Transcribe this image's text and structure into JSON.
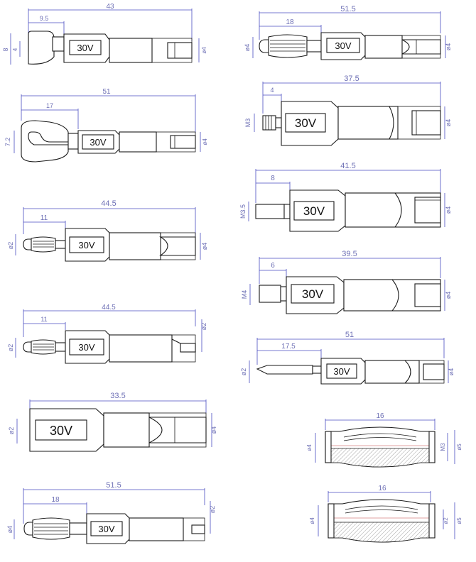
{
  "voltage_label": "30V",
  "colors": {
    "outline": "#1a1a1a",
    "dimension": "#4a4cc0",
    "dimension_text": "#6d6fb5",
    "knurl": "#b8b8b8",
    "inner_line": "#e0a0a0"
  },
  "drawings": [
    {
      "name": "fork-4",
      "length": "43",
      "sub": "9.5",
      "h1": "8",
      "h2": "4",
      "end": "ø4"
    },
    {
      "name": "fork-7-2",
      "length": "51",
      "sub": "17",
      "h1": "7.2",
      "end": "ø4"
    },
    {
      "name": "pin-2-a",
      "length": "44.5",
      "sub": "11",
      "tip": "ø2",
      "end": "ø4"
    },
    {
      "name": "pin-2-b",
      "length": "44.5",
      "sub": "11",
      "tip": "ø2",
      "end": "ø2"
    },
    {
      "name": "straight-a",
      "length": "33.5",
      "tip": "ø2",
      "end": "ø4"
    },
    {
      "name": "banana-2",
      "length": "51.5",
      "sub": "18",
      "tip": "ø4",
      "end": "ø2"
    },
    {
      "name": "banana-4",
      "length": "51.5",
      "sub": "18",
      "tip": "ø4",
      "end": "ø4"
    },
    {
      "name": "thread-m3",
      "length": "37.5",
      "sub": "4",
      "tip": "M3",
      "end": "ø4"
    },
    {
      "name": "thread-m3-5",
      "length": "41.5",
      "sub": "8",
      "tip": "M3.5",
      "end": "ø4"
    },
    {
      "name": "thread-m4",
      "length": "39.5",
      "sub": "6",
      "tip": "M4",
      "end": "ø4"
    },
    {
      "name": "blade-2",
      "length": "51",
      "sub": "17.5",
      "tip": "ø2",
      "end": "ø4"
    },
    {
      "name": "spring-m3",
      "length": "16",
      "d1": "ø4",
      "d2": "M3",
      "d3": "ø5"
    },
    {
      "name": "spring-2",
      "length": "16",
      "d1": "ø4",
      "d2": "ø2",
      "d3": "ø5"
    }
  ]
}
